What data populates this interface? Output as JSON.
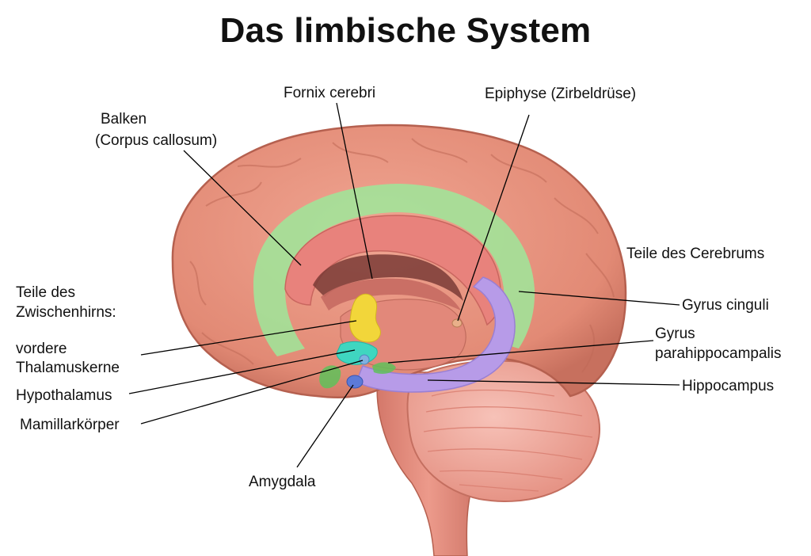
{
  "title": "Das limbische System",
  "labels": {
    "fornix": "Fornix cerebri",
    "epiphyse": "Epiphyse (Zirbeldrüse)",
    "balken_1": "Balken",
    "balken_2": "(Corpus callosum)",
    "teile_cerebrum": "Teile des Cerebrums",
    "teile_zwischenhirn_1": "Teile des",
    "teile_zwischenhirn_2": "Zwischenhirns:",
    "gyrus_cinguli": "Gyrus cinguli",
    "gyrus_para_1": "Gyrus",
    "gyrus_para_2": "parahippocampalis",
    "vordere_1": "vordere",
    "vordere_2": "Thalamuskerne",
    "hypothalamus": "Hypothalamus",
    "hippocampus": "Hippocampus",
    "mamillar": "Mamillarkörper",
    "amygdala": "Amygdala"
  },
  "colors": {
    "cortex": "#e6907c",
    "cortex_dark": "#b8604f",
    "limbic_green": "#9ee89a",
    "callosum": "#e8827c",
    "hippocampus_purple": "#b79be8",
    "thalamus_yellow": "#f2d63a",
    "hypothalamus_cyan": "#3fd6c0",
    "cerebellum": "#f0a49a",
    "brainstem": "#e08878"
  }
}
